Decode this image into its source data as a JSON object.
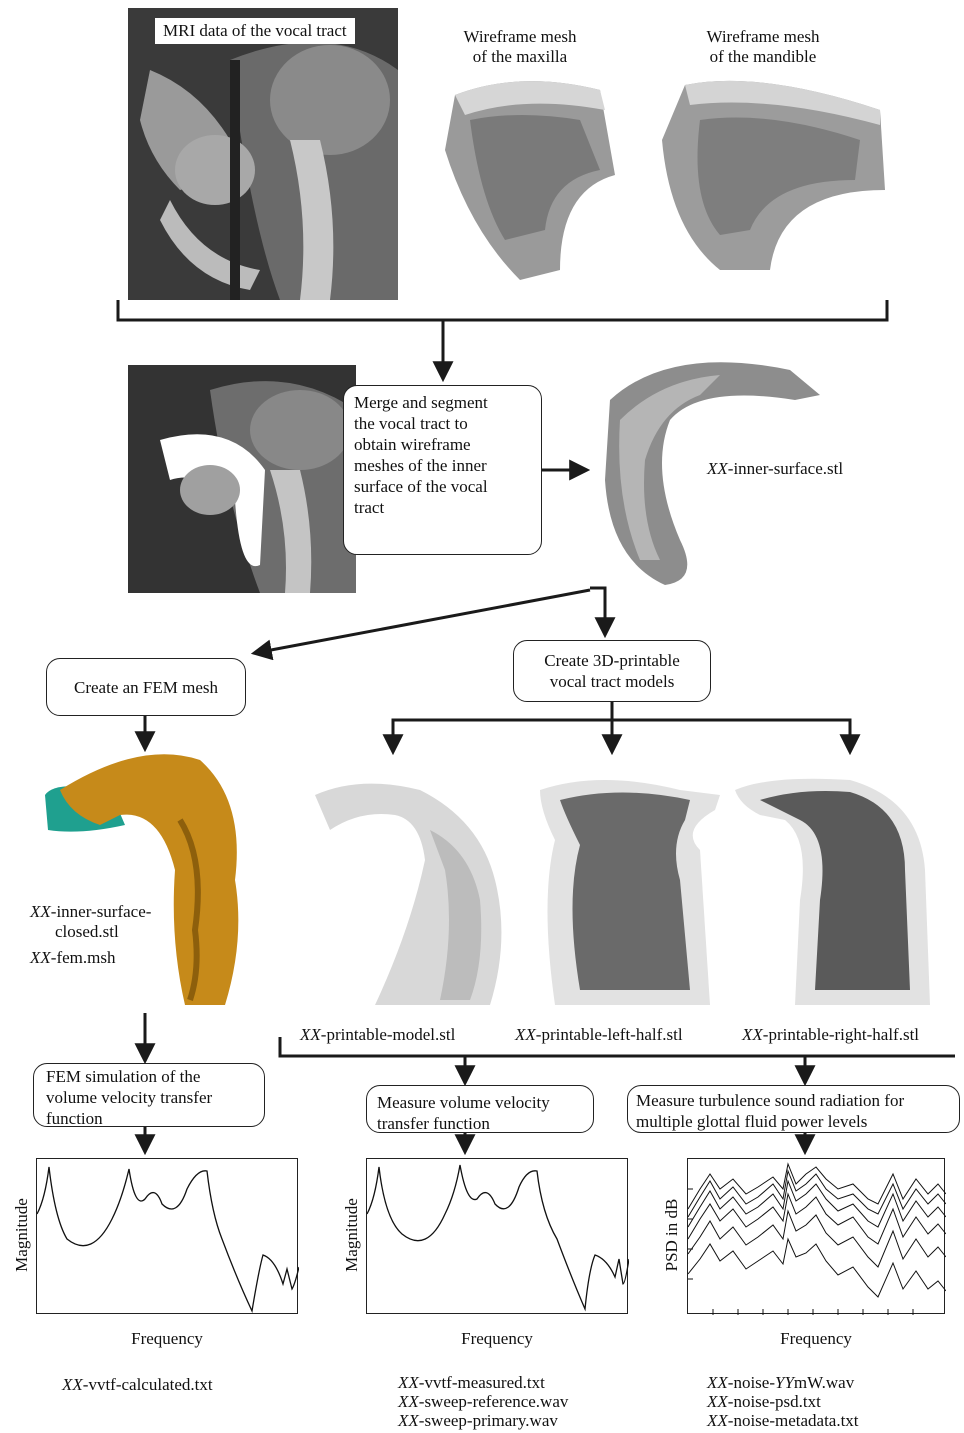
{
  "inputs": {
    "mri_caption": "MRI data of the vocal tract",
    "maxilla_caption": [
      "Wireframe mesh",
      "of the maxilla"
    ],
    "mandible_caption": [
      "Wireframe mesh",
      "of the mandible"
    ]
  },
  "merge_box": [
    "Merge and segment",
    "the vocal tract to",
    "obtain wireframe",
    "meshes of the inner",
    "surface of the vocal",
    "tract"
  ],
  "inner_surface_file": {
    "prefix": "XX",
    "suffix": "-inner-surface.stl"
  },
  "fem_box": "Create an FEM mesh",
  "print_box": [
    "Create 3D-printable",
    "vocal tract models"
  ],
  "fem_files": [
    {
      "prefix": "XX",
      "suffix": "-inner-surface-"
    },
    {
      "prefix": "",
      "suffix": "closed.stl"
    },
    {
      "prefix": "XX",
      "suffix": "-fem.msh"
    }
  ],
  "model_files": [
    {
      "prefix": "XX",
      "suffix": "-printable-model.stl"
    },
    {
      "prefix": "XX",
      "suffix": "-printable-left-half.stl"
    },
    {
      "prefix": "XX",
      "suffix": "-printable-right-half.stl"
    }
  ],
  "steps": {
    "fem_sim": [
      "FEM simulation of the",
      "volume velocity transfer",
      "function"
    ],
    "measure_vvtf": [
      "Measure volume velocity",
      "transfer function"
    ],
    "measure_noise": [
      "Measure turbulence sound radiation for",
      "multiple glottal fluid power levels"
    ]
  },
  "plots": [
    {
      "ylabel": "Magnitude",
      "xlabel": "Frequency"
    },
    {
      "ylabel": "Magnitude",
      "xlabel": "Frequency"
    },
    {
      "ylabel": "PSD in dB",
      "xlabel": "Frequency"
    }
  ],
  "outputs": {
    "calc": [
      {
        "prefix": "XX",
        "suffix": "-vvtf-calculated.txt"
      }
    ],
    "measured": [
      {
        "prefix": "XX",
        "suffix": "-vvtf-measured.txt"
      },
      {
        "prefix": "XX",
        "suffix": "-sweep-reference.wav"
      },
      {
        "prefix": "XX",
        "suffix": "-sweep-primary.wav"
      }
    ],
    "noise": [
      {
        "prefix": "XX",
        "suffix": "-noise-",
        "mid": "YY",
        "tail": "mW.wav"
      },
      {
        "prefix": "XX",
        "suffix": "-noise-psd.txt"
      },
      {
        "prefix": "XX",
        "suffix": "-noise-metadata.txt"
      }
    ]
  },
  "colors": {
    "line": "#1a1a1a",
    "fem_mesh": "#c68a1a",
    "fem_cap": "#1fa08f"
  }
}
